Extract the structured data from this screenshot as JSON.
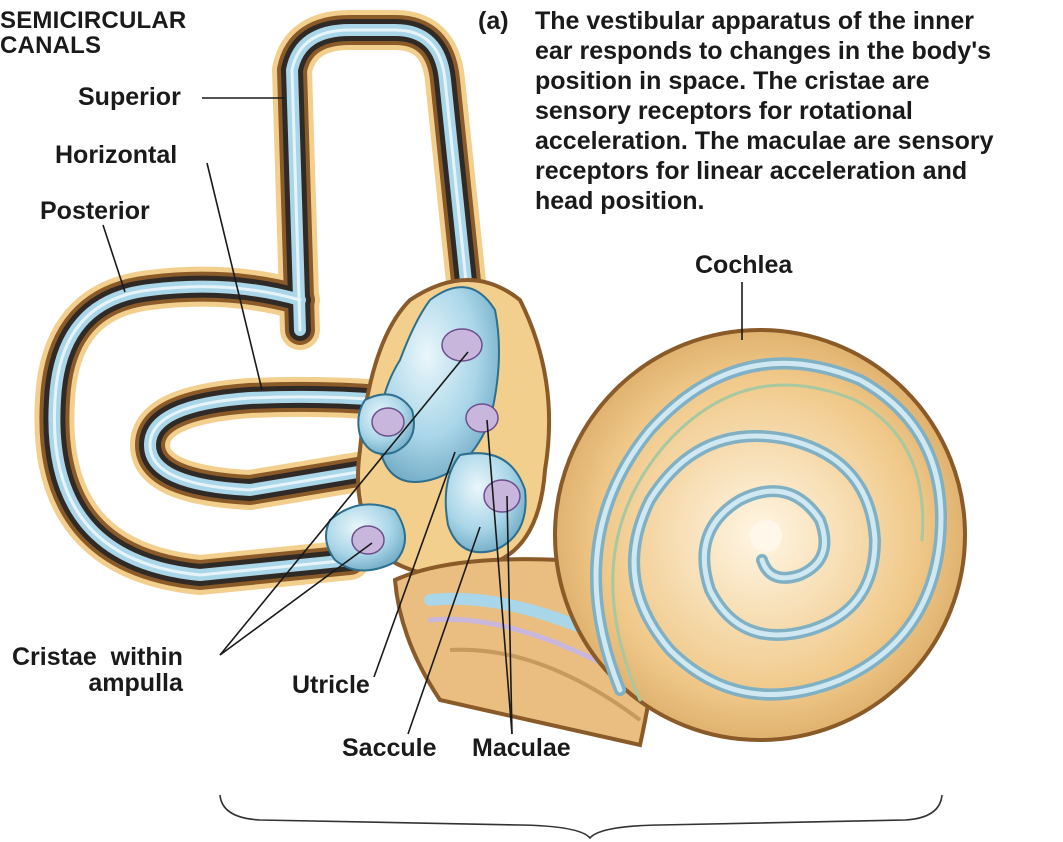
{
  "caption": {
    "tag": "(a)",
    "lines": [
      "The vestibular apparatus of the inner",
      "ear responds to changes in the body's",
      "position in space. The cristae are",
      "sensory receptors for rotational",
      "acceleration. The maculae are sensory",
      "receptors for linear acceleration and",
      "head position."
    ]
  },
  "labels": {
    "heading_line1": "SEMICIRCULAR",
    "heading_line2": "CANALS",
    "superior": "Superior",
    "horizontal": "Horizontal",
    "posterior": "Posterior",
    "cochlea": "Cochlea",
    "cristae_line1": "Cristae  within",
    "cristae_line2": "ampulla",
    "utricle": "Utricle",
    "saccule": "Saccule",
    "maculae": "Maculae"
  },
  "colors": {
    "bony_labyrinth": "#f3cf8e",
    "bony_outline": "#7a4a1c",
    "dark_layer": "#2f2a26",
    "endolymph_blue": "#a9d6e8",
    "sensory_purple": "#c9b6dd"
  }
}
